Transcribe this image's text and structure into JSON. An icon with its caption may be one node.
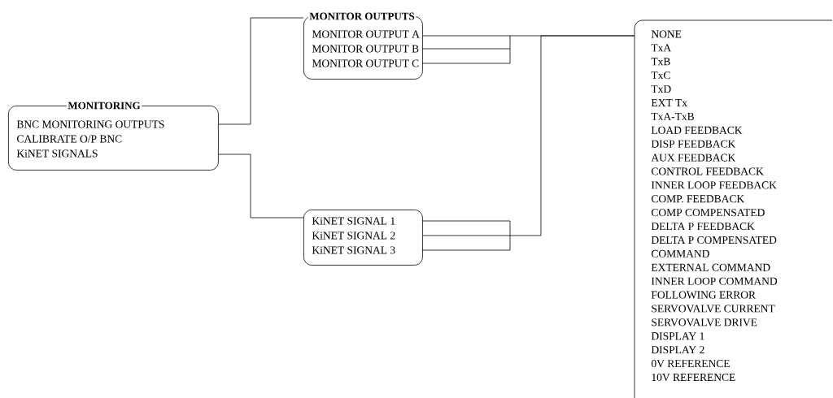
{
  "diagram": {
    "nodes": [
      {
        "text": [
          "MONITORING",
          "BNC MONITORING OUTPUTS",
          "CALIBRATE O/P BNC",
          "KiNET SIGNALS"
        ]
      },
      {
        "text": [
          "MONITOR OUTPUTS",
          "MONITOR OUTPUT A",
          "MONITOR OUTPUT B",
          "MONITOR OUTPUT C"
        ]
      },
      {
        "text": [
          "KiNET SIGNAL 1",
          "KiNET SIGNAL 2",
          "KiNET SIGNAL 3"
        ]
      },
      {
        "text": [
          "NONE",
          "TxA",
          "TxB",
          "TxC",
          "TxD",
          "EXT Tx",
          "TxA-TxB",
          "LOAD FEEDBACK",
          "DISP FEEDBACK",
          "AUX FEEDBACK",
          "CONTROL FEEDBACK",
          "INNER LOOP FEEDBACK",
          "COMP. FEEDBACK",
          "COMP COMPENSATED",
          "DELTA P FEEDBACK",
          "DELTA P COMPENSATED",
          "COMMAND",
          "EXTERNAL COMMAND",
          "INNER LOOP COMMAND",
          "FOLLOWING ERROR",
          "SERVOVALVE CURRENT",
          "SERVOVALVE DRIVE",
          "DISPLAY 1",
          "DISPLAY 2",
          "0V REFERENCE",
          "10V REFERENCE"
        ]
      }
    ],
    "edges": [
      {
        "from": 0,
        "to": 1,
        "arrow": "none"
      },
      {
        "from": 0,
        "to": 2,
        "arrow": "none"
      },
      {
        "from": 1,
        "to": 3,
        "arrow": "none"
      },
      {
        "from": 2,
        "to": 3,
        "arrow": "none"
      }
    ]
  }
}
